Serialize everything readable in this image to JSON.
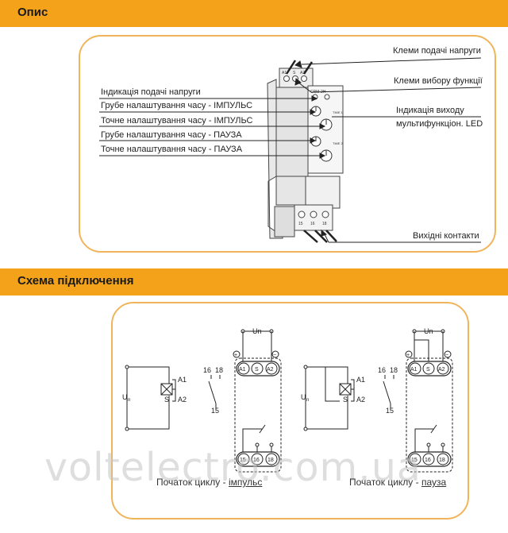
{
  "sections": {
    "description": {
      "title": "Опис"
    },
    "wiring": {
      "title": "Схема підключення"
    }
  },
  "description": {
    "left_labels": [
      "Індикація подачі напруги",
      "Грубе налаштування часу - ІМПУЛЬС",
      "Точне налаштування часу - ІМПУЛЬС",
      "Грубе налаштування часу - ПАУЗА",
      "Точне налаштування часу - ПАУЗА"
    ],
    "right_labels": {
      "supply_terminals": "Клеми подачі напруги",
      "function_terminals": "Клеми вибору функції",
      "output_indication_line1": "Індикація виходу",
      "output_indication_line2": "мультифункціон. LED",
      "output_contacts": "Вихідні контакти"
    },
    "device_marks": {
      "terminal_a1": "A1",
      "terminal_s": "S",
      "terminal_a2": "A2",
      "model": "CRM-2H",
      "time1": "TIME 1",
      "time2": "TIME 2",
      "out_15": "15",
      "out_16": "16",
      "out_18": "18"
    }
  },
  "wiring": {
    "diagrams": [
      {
        "caption_prefix": "Початок циклу - ",
        "caption_mode": "імпульс",
        "un": "Un",
        "un_left": "U",
        "un_sub": "n",
        "a1": "A1",
        "a2": "A2",
        "s": "S",
        "c16": "16",
        "c18": "18",
        "c15": "15",
        "plus": "+",
        "minus": "−",
        "terms_top": [
          "A1",
          "S",
          "A2"
        ],
        "terms_bottom": [
          "15",
          "16",
          "18"
        ]
      },
      {
        "caption_prefix": "Початок циклу - ",
        "caption_mode": "пауза",
        "un": "Un",
        "un_left": "U",
        "un_sub": "n",
        "a1": "A1",
        "a2": "A2",
        "s": "S",
        "c16": "16",
        "c18": "18",
        "c15": "15",
        "plus": "+",
        "minus": "−",
        "terms_top": [
          "A1",
          "S",
          "A2"
        ],
        "terms_bottom": [
          "15",
          "16",
          "18"
        ]
      }
    ]
  },
  "watermark": "voltelectro.com.ua",
  "colors": {
    "accent": "#f4a21a",
    "panel_border": "#f0b55a"
  }
}
